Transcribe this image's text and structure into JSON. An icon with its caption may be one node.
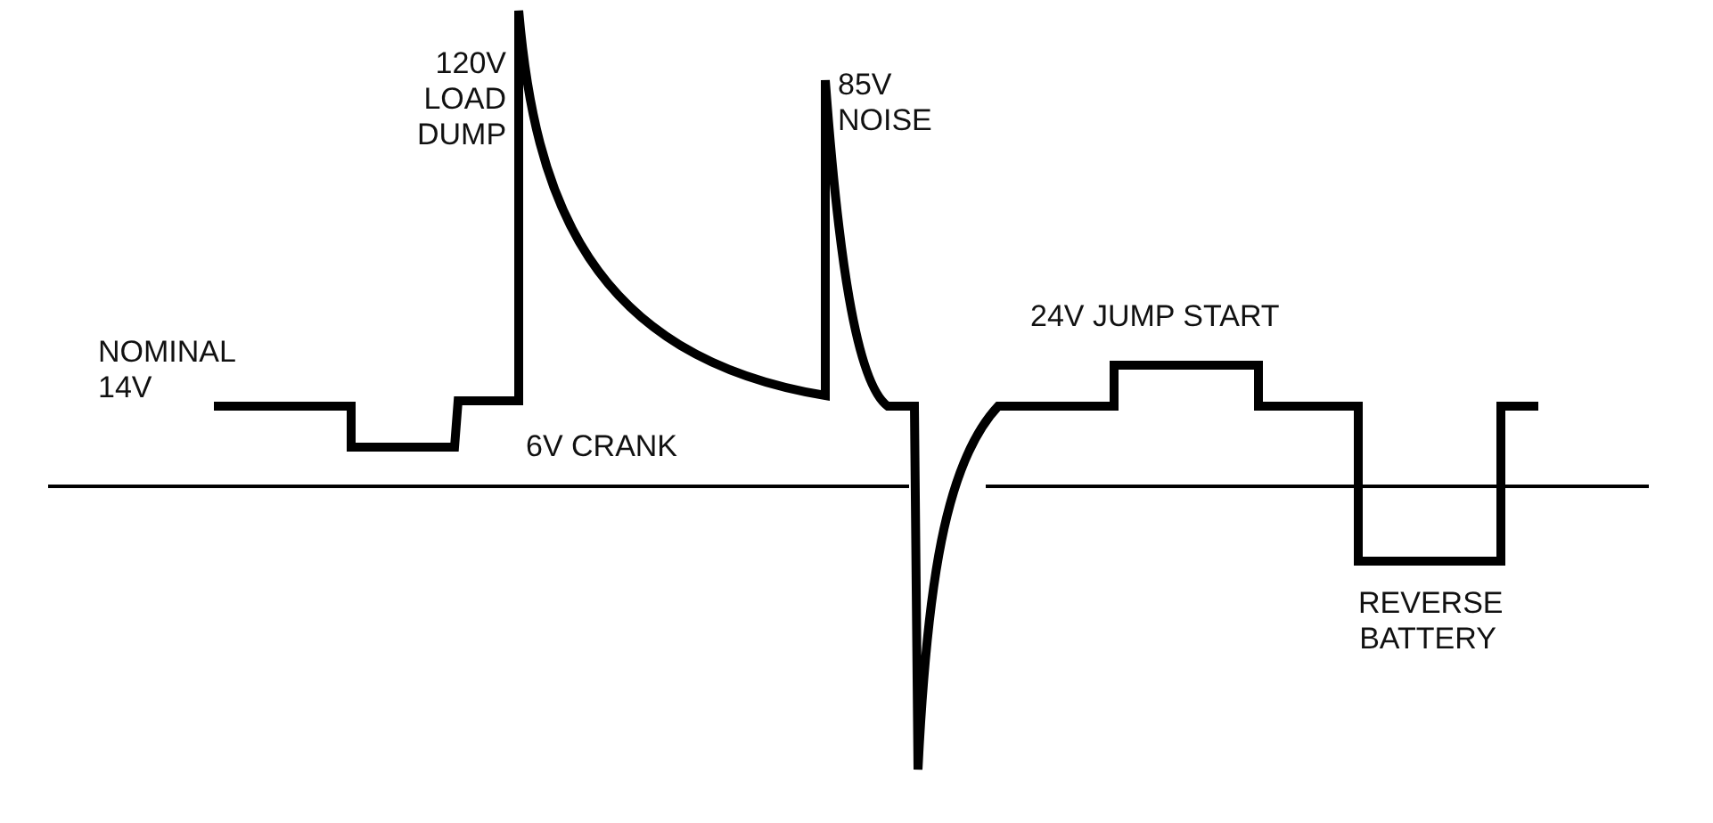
{
  "diagram": {
    "labels": [
      "NOMINAL 14V",
      "120V LOAD DUMP",
      "85V NOISE",
      "6V CRANK",
      "24V JUMP START",
      "REVERSE BATTERY"
    ]
  }
}
